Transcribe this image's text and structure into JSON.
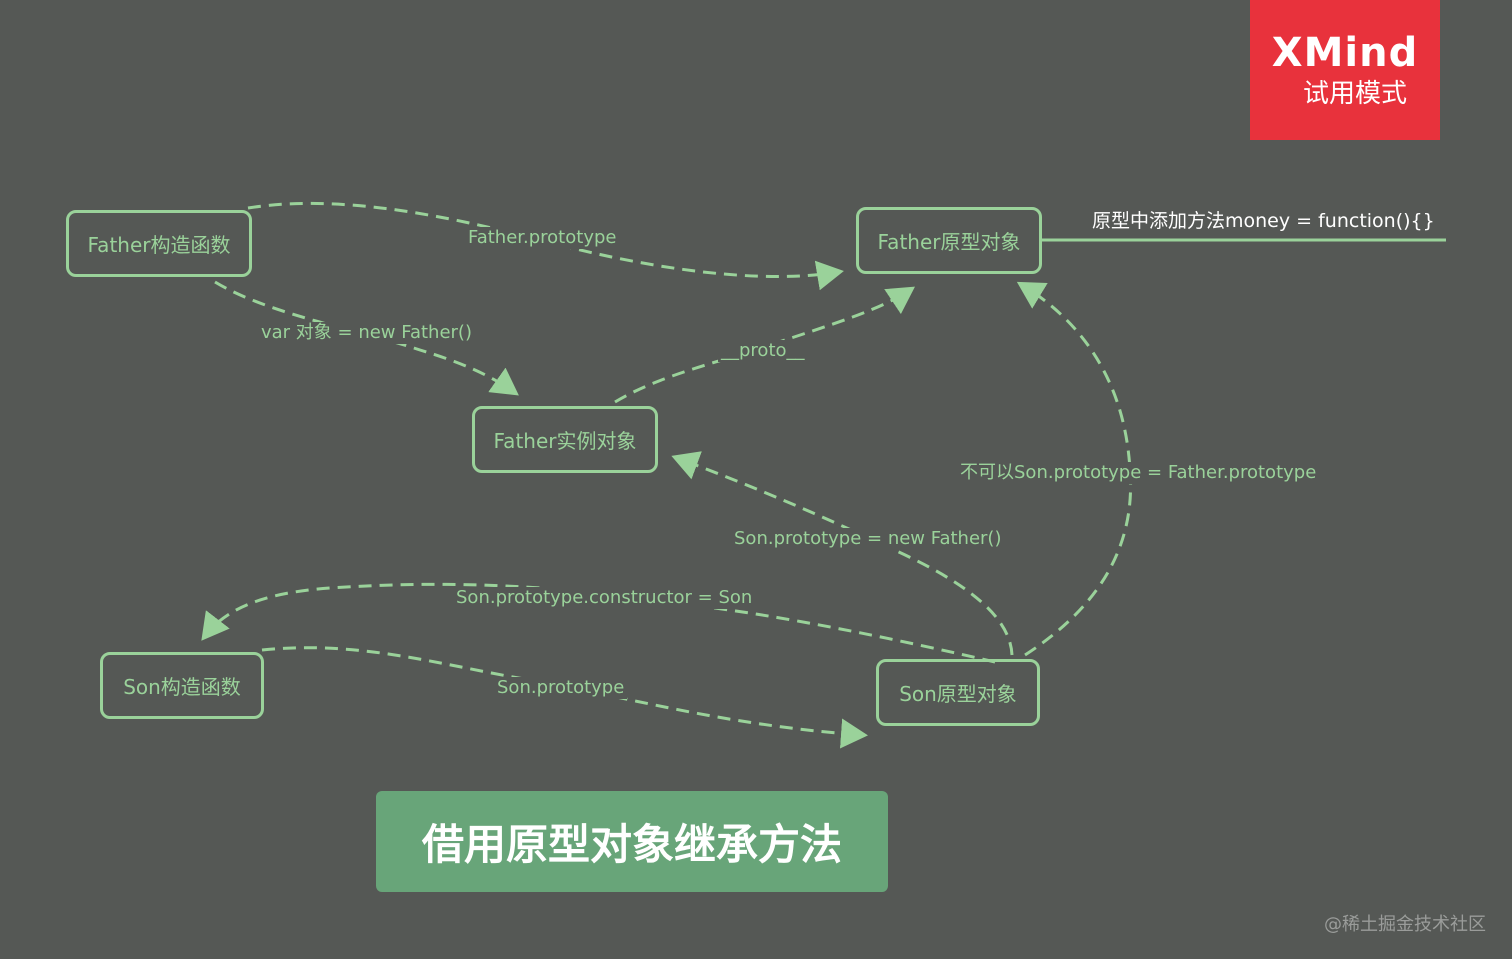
{
  "colors": {
    "background": "#555855",
    "accent": "#9ad29a",
    "badge": "#e8323c",
    "title_box": "#68a579"
  },
  "badge": {
    "brand": "XMind",
    "mode": "试用模式"
  },
  "nodes": {
    "father_constructor": "Father构造函数",
    "father_prototype_object": "Father原型对象",
    "father_instance": "Father实例对象",
    "son_constructor": "Son构造函数",
    "son_prototype_object": "Son原型对象"
  },
  "edges": {
    "father_prototype": "Father.prototype",
    "new_father": "var 对象 = new Father()",
    "proto": "__proto__",
    "not_allowed": "不可以Son.prototype = Father.prototype",
    "son_proto_new_father": "Son.prototype = new Father()",
    "son_constructor_assign": "Son.prototype.constructor = Son",
    "son_prototype": "Son.prototype"
  },
  "note": "原型中添加方法money = function(){}",
  "title": "借用原型对象继承方法",
  "watermark": "@稀土掘金技术社区"
}
